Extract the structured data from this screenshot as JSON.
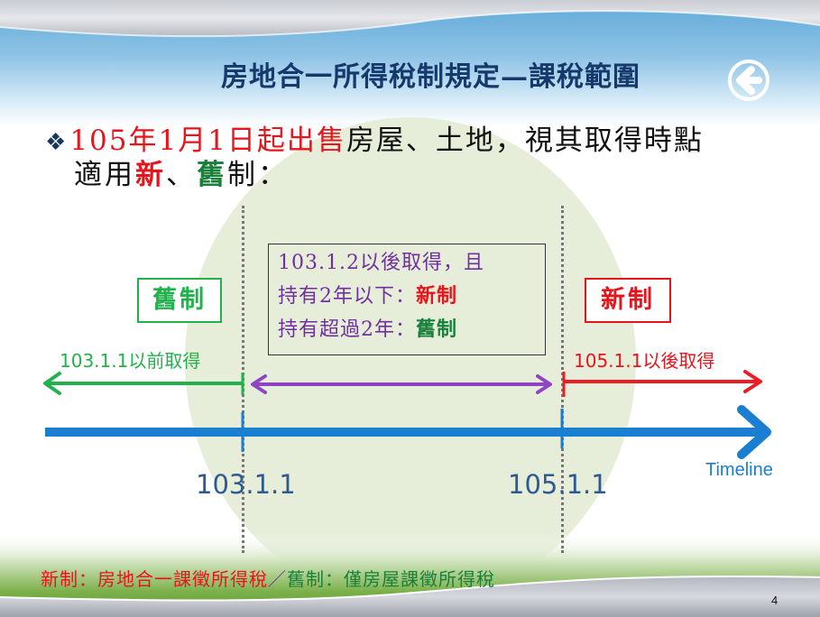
{
  "slide": {
    "title": "房地合一所得稅制規定—課稅範圍",
    "back_button_icon": "arrow-left-circle-icon",
    "page_number": "4"
  },
  "bullet": {
    "marker": "❖",
    "highlight_red": "105年1月1日起出售",
    "rest_line1": "房屋、土地，視其取得時點",
    "line2_prefix": "適用",
    "line2_new": "新",
    "line2_sep": "、",
    "line2_old": "舊",
    "line2_suffix": "制："
  },
  "diagram": {
    "old_box_label": "舊制",
    "new_box_label": "新制",
    "middle_box": {
      "line1": "103.1.2以後取得，且",
      "line2_prefix": "持有2年以下：",
      "line2_value": "新制",
      "line3_prefix": "持有超過2年：",
      "line3_value": "舊制"
    },
    "left_arrow_label": "103.1.1以前取得",
    "right_arrow_label": "105.1.1以後取得",
    "timeline_label": "Timeline",
    "date_left": "103.1.1",
    "date_right": "105.1.1",
    "colors": {
      "old": "#22b14c",
      "new": "#e8141b",
      "middle": "#7030a0",
      "timeline": "#1a7fd1",
      "date_text": "#2f5a8f"
    }
  },
  "footer": {
    "new_part": "新制：房地合一課徵所得稅",
    "separator": "／",
    "old_part": "舊制：僅房屋課徵所得稅"
  }
}
